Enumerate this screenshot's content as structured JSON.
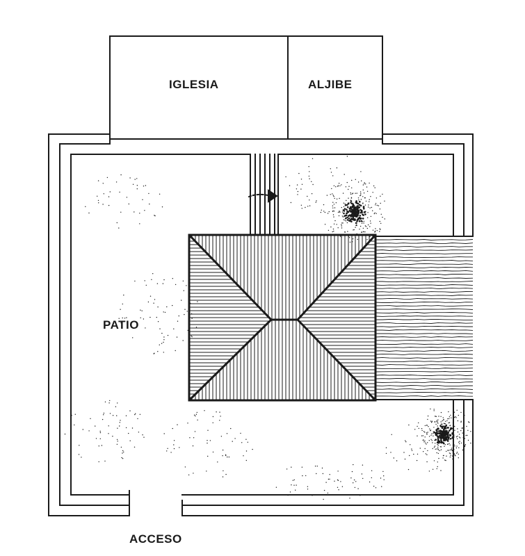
{
  "labels": {
    "iglesia": "IGLESIA",
    "aljibe": "ALJIBE",
    "patio": "PATIO",
    "acceso": "ACCESO"
  },
  "colors": {
    "ink": "#1a1a1a",
    "paper": "#ffffff"
  }
}
